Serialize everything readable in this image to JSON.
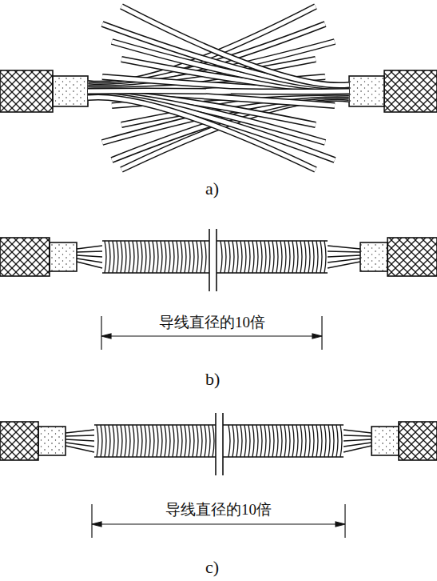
{
  "diagram": {
    "labels": [
      "a)",
      "导线直径的10倍",
      "b)",
      "导线直径的10倍",
      "c)"
    ]
  }
}
